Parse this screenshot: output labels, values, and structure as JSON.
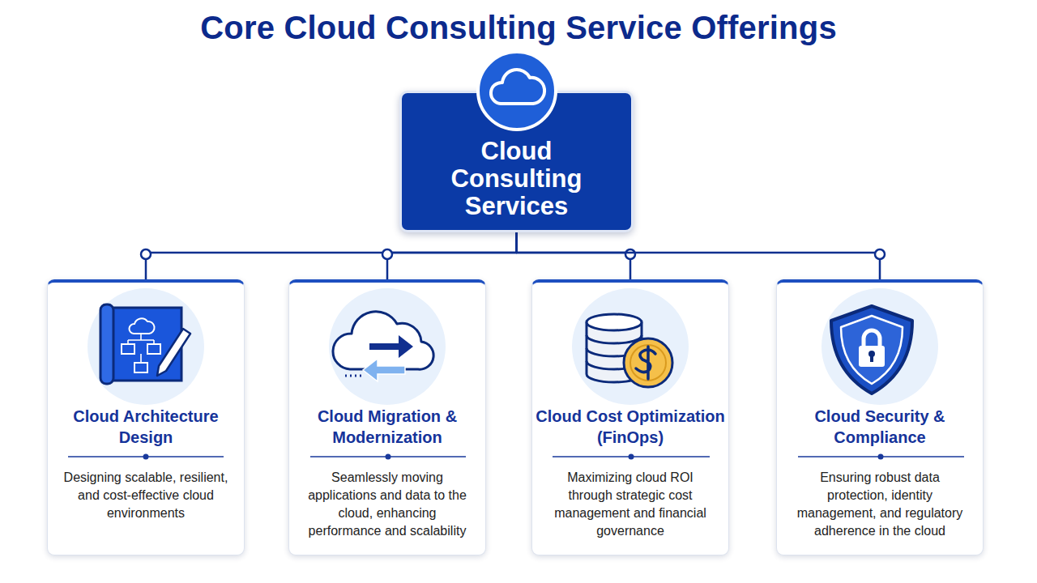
{
  "diagram": {
    "title": "Core Cloud Consulting Service Offerings",
    "nodes": [
      {
        "text": [
          "Cloud Consulting Services"
        ]
      },
      {
        "text": [
          "Cloud Architecture Design",
          "Designing scalable, resilient, and cost-effective cloud environments"
        ]
      },
      {
        "text": [
          "Cloud Migration & Modernization",
          "Seamlessly moving applications and data to the cloud, enhancing performance and scalability"
        ]
      },
      {
        "text": [
          "Cloud Cost Optimization (FinOps)",
          "Maximizing cloud ROI through strategic cost management and financial governance"
        ]
      },
      {
        "text": [
          "Cloud Security & Compliance",
          "Ensuring robust data protection, identity management, and regulatory adherence in the cloud"
        ]
      }
    ],
    "edges": [
      {
        "from": 0,
        "to": 1,
        "arrow": "none"
      },
      {
        "from": 0,
        "to": 2,
        "arrow": "none"
      },
      {
        "from": 0,
        "to": 3,
        "arrow": "none"
      },
      {
        "from": 0,
        "to": 4,
        "arrow": "none"
      }
    ]
  }
}
